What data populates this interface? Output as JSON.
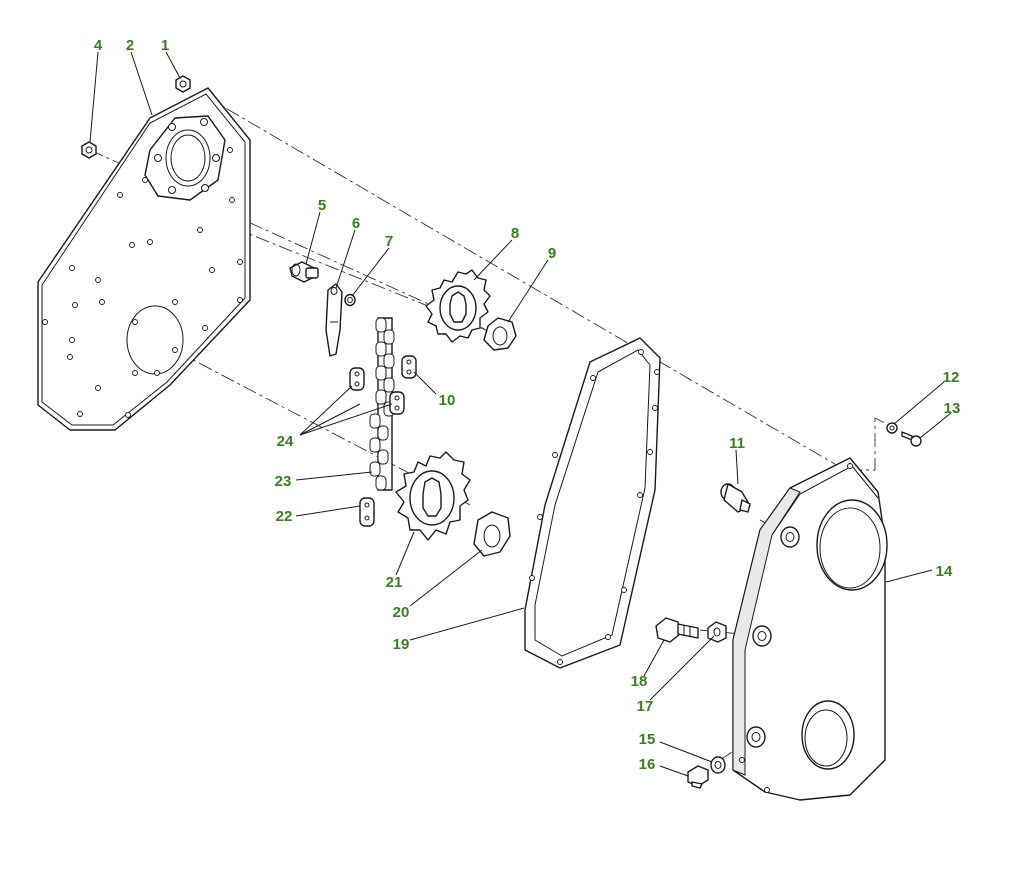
{
  "diagram": {
    "callouts": [
      {
        "id": "1",
        "label": "1"
      },
      {
        "id": "2",
        "label": "2"
      },
      {
        "id": "4",
        "label": "4"
      },
      {
        "id": "5",
        "label": "5"
      },
      {
        "id": "6",
        "label": "6"
      },
      {
        "id": "7",
        "label": "7"
      },
      {
        "id": "8",
        "label": "8"
      },
      {
        "id": "9",
        "label": "9"
      },
      {
        "id": "10",
        "label": "10"
      },
      {
        "id": "11",
        "label": "11"
      },
      {
        "id": "12",
        "label": "12"
      },
      {
        "id": "13",
        "label": "13"
      },
      {
        "id": "14",
        "label": "14"
      },
      {
        "id": "15",
        "label": "15"
      },
      {
        "id": "16",
        "label": "16"
      },
      {
        "id": "17",
        "label": "17"
      },
      {
        "id": "18",
        "label": "18"
      },
      {
        "id": "19",
        "label": "19"
      },
      {
        "id": "20",
        "label": "20"
      },
      {
        "id": "21",
        "label": "21"
      },
      {
        "id": "22",
        "label": "22"
      },
      {
        "id": "23",
        "label": "23"
      },
      {
        "id": "24",
        "label": "24"
      }
    ],
    "callout_color": "#3a7d22"
  }
}
